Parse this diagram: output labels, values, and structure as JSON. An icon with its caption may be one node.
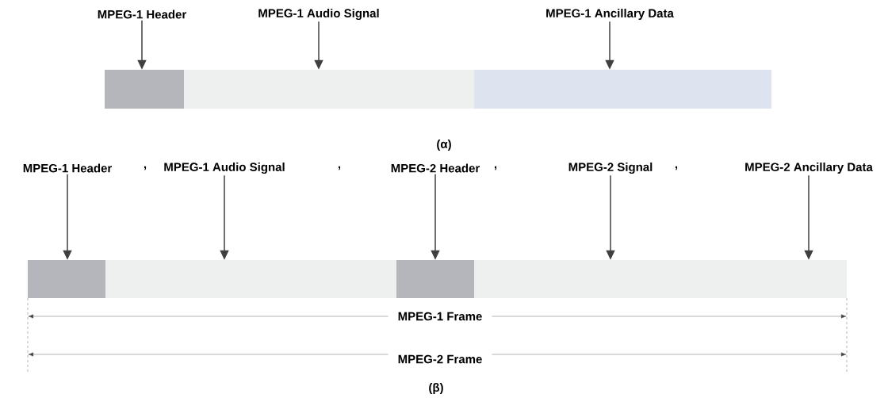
{
  "diagram": {
    "nodes": [
      {
        "text": [
          "MPEG-1 Header"
        ]
      },
      {
        "text": [
          "MPEG-1 Audio Signal"
        ]
      },
      {
        "text": [
          "MPEG-1 Ancillary Data"
        ]
      },
      {
        "text": [],
        "shape": "bar"
      },
      {
        "text": [],
        "shape": "bar"
      },
      {
        "text": [],
        "shape": "bar"
      },
      {
        "text": [
          "MPEG-1 Header"
        ]
      },
      {
        "text": [
          "MPEG-1 Audio Signal"
        ]
      },
      {
        "text": [
          "MPEG-2 Header"
        ]
      },
      {
        "text": [
          "MPEG-2  Signal"
        ]
      },
      {
        "text": [
          "MPEG-2 Ancillary Data"
        ]
      },
      {
        "text": [],
        "shape": "bar"
      },
      {
        "text": [],
        "shape": "bar"
      },
      {
        "text": [],
        "shape": "bar"
      },
      {
        "text": [],
        "shape": "bar"
      }
    ],
    "edges": [
      {
        "from": 0,
        "to": 3,
        "arrow": "to"
      },
      {
        "from": 1,
        "to": 4,
        "arrow": "to"
      },
      {
        "from": 2,
        "to": 5,
        "arrow": "to"
      },
      {
        "from": 6,
        "to": 11,
        "arrow": "to"
      },
      {
        "from": 7,
        "to": 12,
        "arrow": "to"
      },
      {
        "from": 8,
        "to": 13,
        "arrow": "to"
      },
      {
        "from": 9,
        "to": 14,
        "arrow": "to"
      },
      {
        "from": 10,
        "to": 14,
        "arrow": "to"
      }
    ],
    "labels": [
      "(α)",
      ",",
      ",",
      ",",
      ",",
      "MPEG-1 Frame",
      "MPEG-2 Frame",
      "(β)"
    ]
  }
}
